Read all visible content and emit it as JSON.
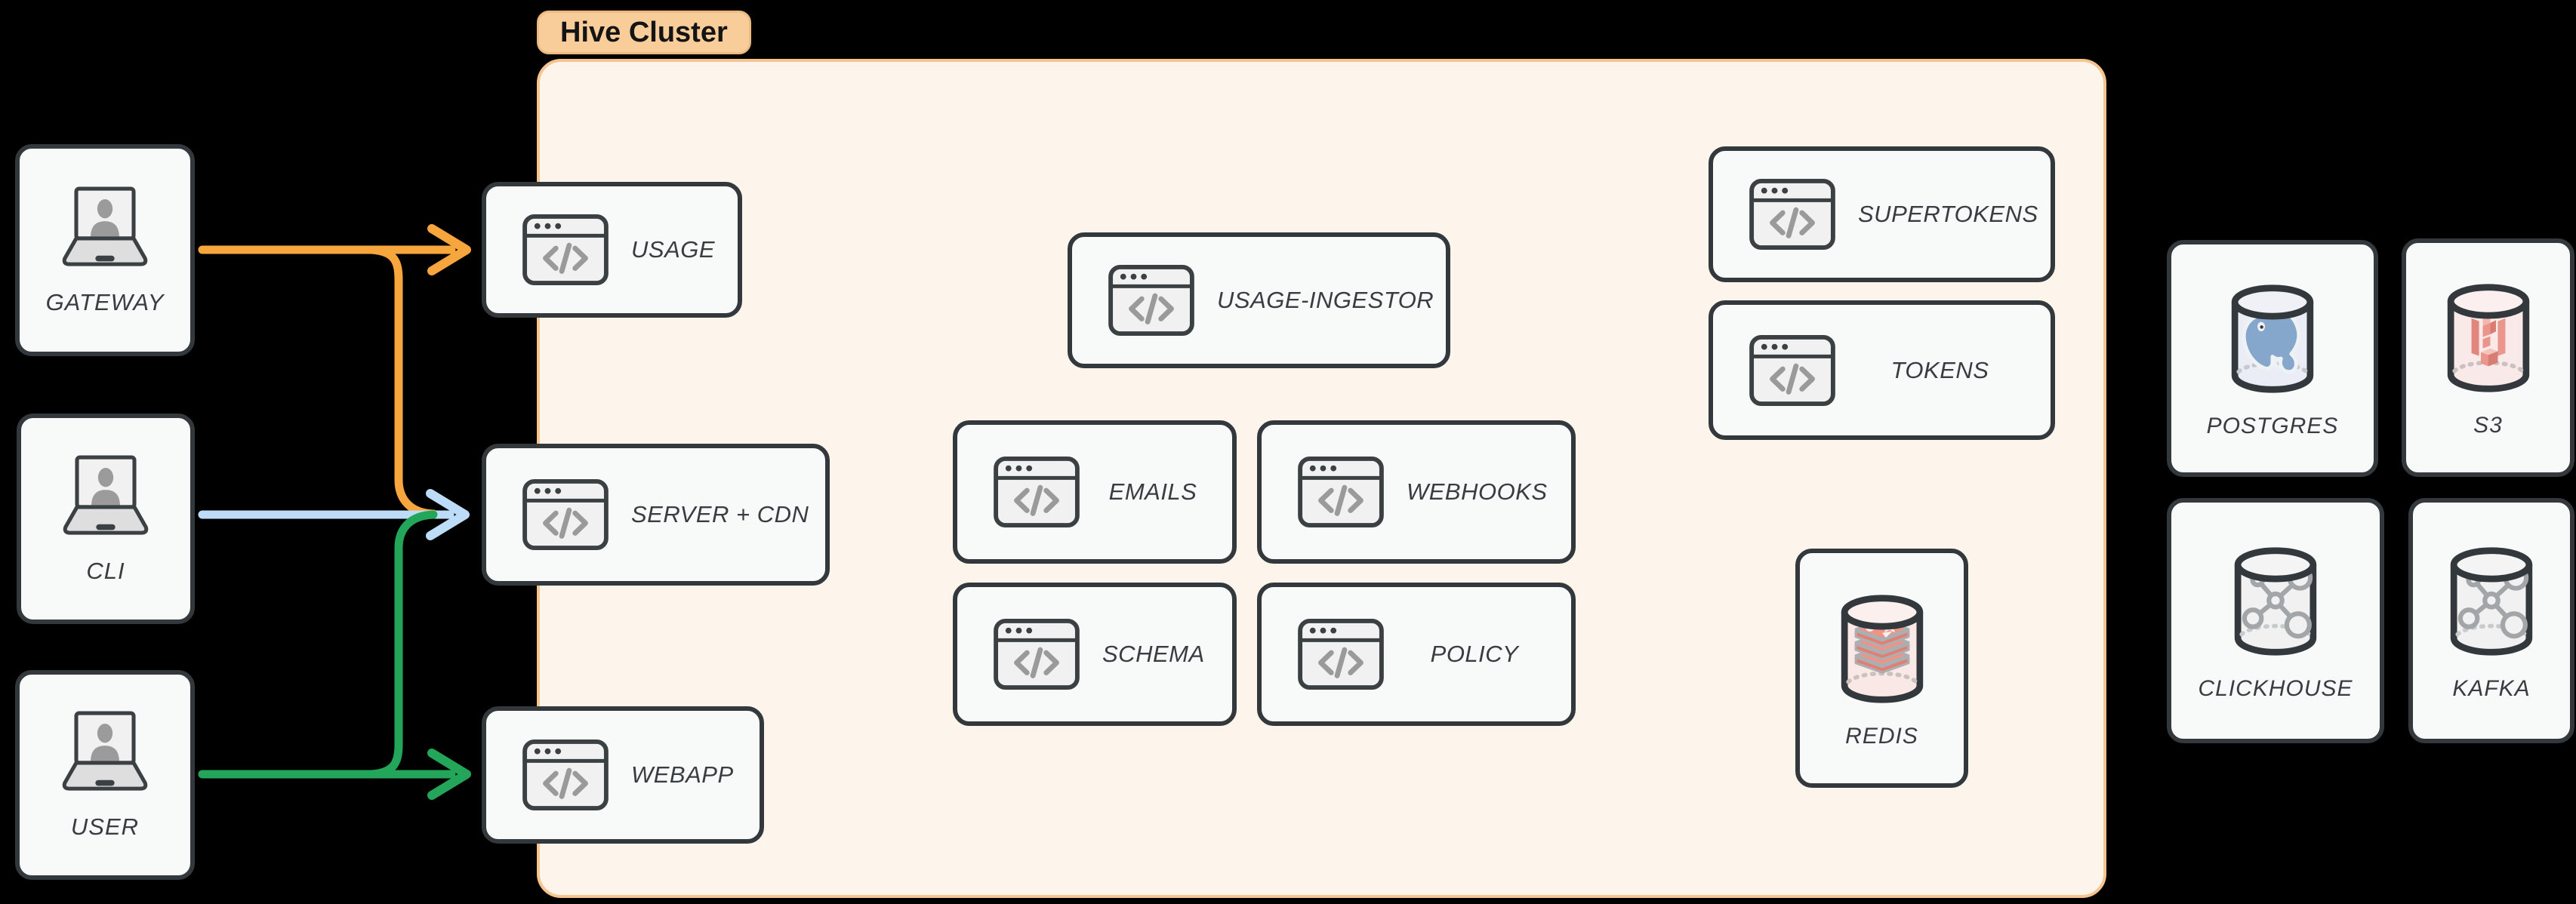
{
  "badge": {
    "label": "Hive Cluster"
  },
  "clients": [
    {
      "label": "GATEWAY"
    },
    {
      "label": "CLI"
    },
    {
      "label": "USER"
    }
  ],
  "services": [
    {
      "label": "USAGE"
    },
    {
      "label": "SERVER + CDN"
    },
    {
      "label": "WEBAPP"
    },
    {
      "label": "USAGE-INGESTOR"
    },
    {
      "label": "EMAILS"
    },
    {
      "label": "WEBHOOKS"
    },
    {
      "label": "SCHEMA"
    },
    {
      "label": "POLICY"
    },
    {
      "label": "SUPERTOKENS"
    },
    {
      "label": "TOKENS"
    }
  ],
  "databases": [
    {
      "label": "REDIS"
    },
    {
      "label": "POSTGRES"
    },
    {
      "label": "S3"
    },
    {
      "label": "CLICKHOUSE"
    },
    {
      "label": "KAFKA"
    }
  ],
  "edges": [
    {
      "from": "GATEWAY",
      "to": "USAGE",
      "color": "#F6A63C"
    },
    {
      "from": "GATEWAY",
      "to": "SERVER + CDN",
      "color": "#F6A63C"
    },
    {
      "from": "CLI",
      "to": "SERVER + CDN",
      "color": "#BDDCF7"
    },
    {
      "from": "USER",
      "to": "SERVER + CDN",
      "color": "#23A65A"
    },
    {
      "from": "USER",
      "to": "WEBAPP",
      "color": "#23A65A"
    }
  ],
  "colors": {
    "gateway_arrow": "#F6A63C",
    "cli_arrow": "#BDDCF7",
    "user_arrow": "#23A65A",
    "cluster_fill": "#FDF4EC",
    "cluster_border": "#F6C48E",
    "badge_fill": "#F8CD9A",
    "badge_border": "#ECBB82",
    "card_fill": "#F8F9F9",
    "card_border": "#33383C",
    "label_color": "#383D41"
  }
}
